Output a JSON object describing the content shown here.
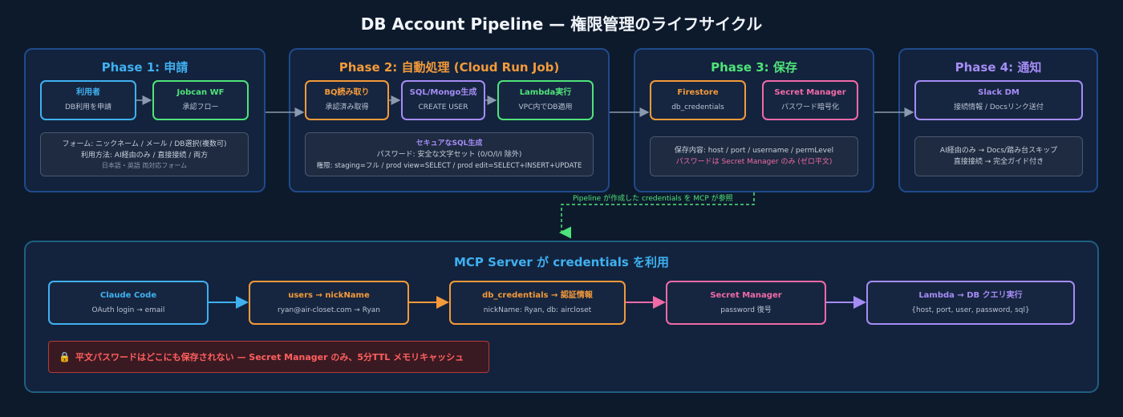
{
  "title": "DB Account Pipeline — 権限管理のライフサイクル",
  "colors": {
    "blue": "#3fb0f0",
    "green": "#4fe37a",
    "orange": "#f39a3a",
    "purple": "#a58cf5",
    "pink": "#f06aa8",
    "red": "#ff5f5f"
  },
  "phase1": {
    "title": "Phase 1: 申請",
    "user": {
      "title": "利用者",
      "sub": "DB利用を申請"
    },
    "wf": {
      "title": "Jobcan WF",
      "sub": "承認フロー"
    },
    "note": [
      "フォーム: ニックネーム / メール / DB選択(複数可)",
      "利用方法: AI経由のみ / 直接接続 / 両方",
      "日本語・英語 両対応フォーム"
    ]
  },
  "phase2": {
    "title": "Phase 2: 自動処理 (Cloud Run Job)",
    "bq": {
      "title": "BQ読み取り",
      "sub": "承認済み取得"
    },
    "sql": {
      "title": "SQL/Mongo生成",
      "sub": "CREATE USER"
    },
    "lambda": {
      "title": "Lambda実行",
      "sub": "VPC内でDB適用"
    },
    "note": [
      "セキュアなSQL生成",
      "パスワード: 安全な文字セット (0/O/l/I 除外)",
      "権限: staging=フル / prod view=SELECT / prod edit=SELECT+INSERT+UPDATE"
    ]
  },
  "phase3": {
    "title": "Phase 3: 保存",
    "firestore": {
      "title": "Firestore",
      "sub": "db_credentials"
    },
    "secret": {
      "title": "Secret Manager",
      "sub": "パスワード暗号化"
    },
    "note": [
      "保存内容: host / port / username / permLevel",
      "パスワードは Secret Manager のみ (ゼロ平文)"
    ]
  },
  "phase4": {
    "title": "Phase 4: 通知",
    "slack": {
      "title": "Slack DM",
      "sub": "接続情報 / Docsリンク送付"
    },
    "note": [
      "AI経由のみ → Docs/踏み台スキップ",
      "直接接続 → 完全ガイド付き"
    ]
  },
  "pipeline_label": "Pipeline が作成した credentials を MCP が参照",
  "mcp": {
    "title": "MCP Server が credentials を利用",
    "nodes": [
      {
        "title": "Claude Code",
        "sub": "OAuth login → email"
      },
      {
        "title": "users → nickName",
        "sub": "ryan@air-closet.com → Ryan"
      },
      {
        "title": "db_credentials → 認証情報",
        "sub": "nickName: Ryan, db: aircloset"
      },
      {
        "title": "Secret Manager",
        "sub": "password 復号"
      },
      {
        "title": "Lambda → DB クエリ実行",
        "sub": "{host, port, user, password, sql}"
      }
    ],
    "warning": "平文パスワードはどこにも保存されない — Secret Manager のみ、5分TTL メモリキャッシュ"
  }
}
